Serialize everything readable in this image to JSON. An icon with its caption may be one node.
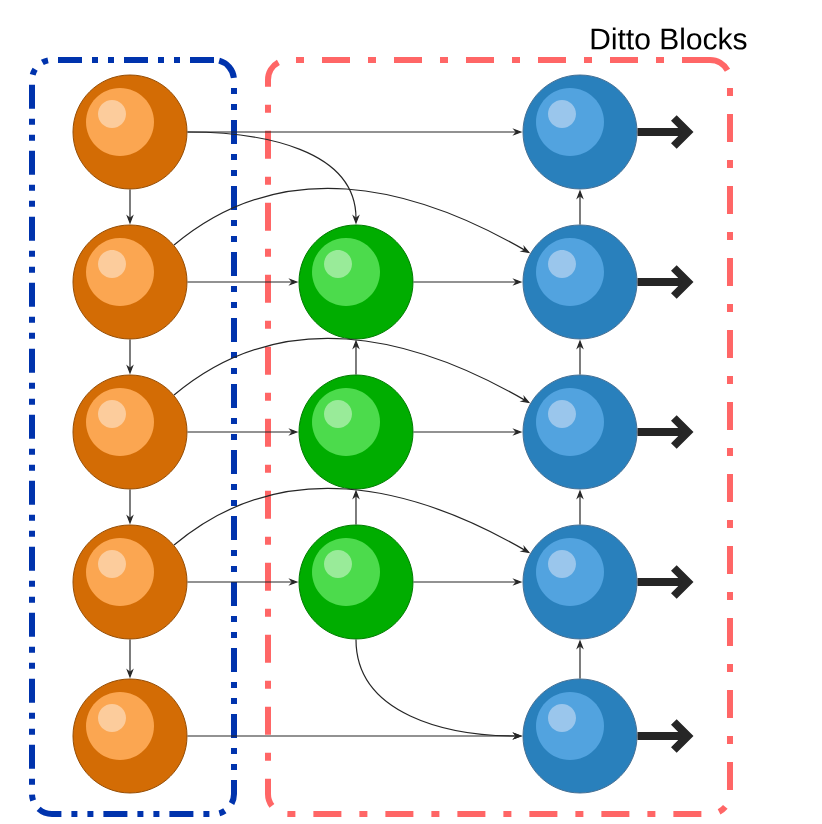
{
  "diagram": {
    "nodes": [
      {
        "text": [],
        "shape": "box"
      },
      {
        "text": [],
        "shape": "circle",
        "in": 0
      },
      {
        "text": [],
        "shape": "circle",
        "in": 0
      },
      {
        "text": [],
        "shape": "circle",
        "in": 0
      },
      {
        "text": [],
        "shape": "circle",
        "in": 0
      },
      {
        "text": [],
        "shape": "circle",
        "in": 0
      },
      {
        "text": [
          "Ditto Blocks"
        ]
      },
      {
        "text": [],
        "shape": "circle",
        "in": 6
      },
      {
        "text": [],
        "shape": "circle",
        "in": 6
      },
      {
        "text": [],
        "shape": "circle",
        "in": 6
      },
      {
        "text": [],
        "shape": "circle",
        "in": 6
      },
      {
        "text": [],
        "shape": "circle",
        "in": 6
      },
      {
        "text": [],
        "shape": "circle",
        "in": 6
      },
      {
        "text": [],
        "shape": "circle",
        "in": 6
      },
      {
        "text": [],
        "shape": "circle",
        "in": 6
      }
    ],
    "edges": [
      {
        "from": 1,
        "to": 2,
        "arrow": "to"
      },
      {
        "from": 2,
        "to": 3,
        "arrow": "to"
      },
      {
        "from": 3,
        "to": 4,
        "arrow": "to"
      },
      {
        "from": 4,
        "to": 5,
        "arrow": "to"
      },
      {
        "from": 1,
        "to": 10,
        "arrow": "to"
      },
      {
        "from": 1,
        "to": 7,
        "arrow": "to"
      },
      {
        "from": 2,
        "to": 7,
        "arrow": "to"
      },
      {
        "from": 2,
        "to": 11,
        "arrow": "to"
      },
      {
        "from": 7,
        "to": 11,
        "arrow": "to"
      },
      {
        "from": 3,
        "to": 8,
        "arrow": "to"
      },
      {
        "from": 3,
        "to": 12,
        "arrow": "to"
      },
      {
        "from": 8,
        "to": 12,
        "arrow": "to"
      },
      {
        "from": 8,
        "to": 7,
        "arrow": "to"
      },
      {
        "from": 4,
        "to": 9,
        "arrow": "to"
      },
      {
        "from": 4,
        "to": 13,
        "arrow": "to"
      },
      {
        "from": 9,
        "to": 13,
        "arrow": "to"
      },
      {
        "from": 9,
        "to": 8,
        "arrow": "to"
      },
      {
        "from": 9,
        "to": 14,
        "arrow": "to"
      },
      {
        "from": 5,
        "to": 14,
        "arrow": "to"
      },
      {
        "from": 11,
        "to": 10,
        "arrow": "to"
      },
      {
        "from": 12,
        "to": 11,
        "arrow": "to"
      },
      {
        "from": 13,
        "to": 12,
        "arrow": "to"
      },
      {
        "from": 14,
        "to": 13,
        "arrow": "to"
      },
      {
        "from": 10,
        "to": null,
        "arrow": "to",
        "style": "thick"
      },
      {
        "from": 11,
        "to": null,
        "arrow": "to",
        "style": "thick"
      },
      {
        "from": 12,
        "to": null,
        "arrow": "to",
        "style": "thick"
      },
      {
        "from": 13,
        "to": null,
        "arrow": "to",
        "style": "thick"
      },
      {
        "from": 14,
        "to": null,
        "arrow": "to",
        "style": "thick"
      }
    ]
  }
}
